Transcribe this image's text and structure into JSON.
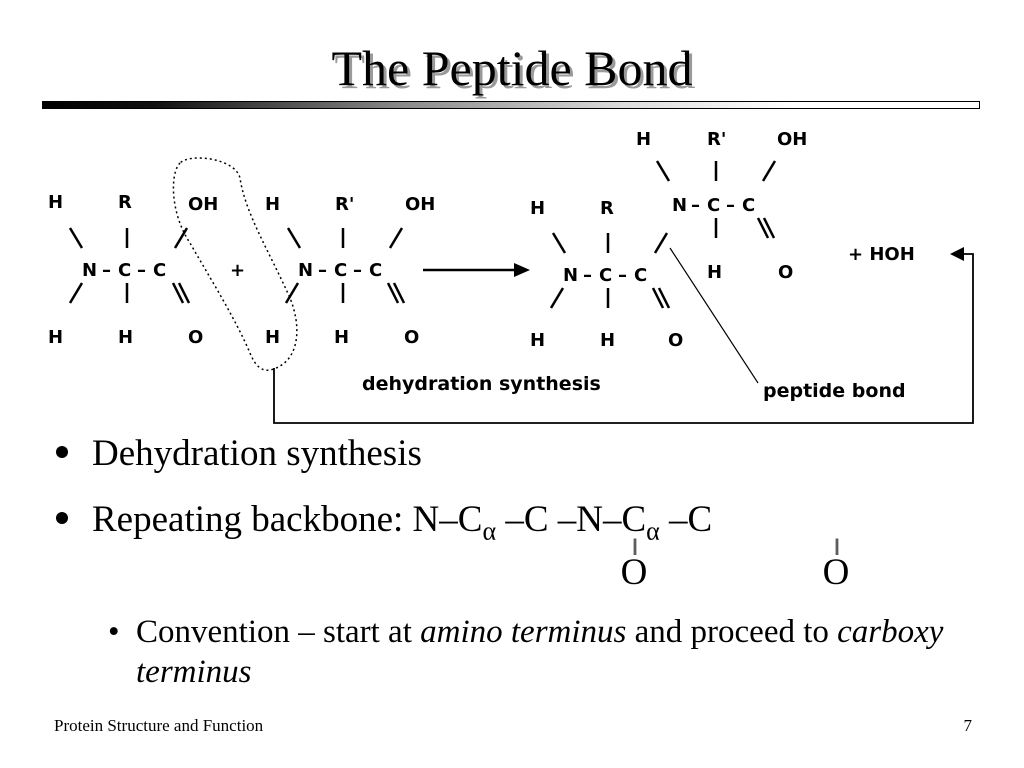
{
  "slide": {
    "title": "The Peptide Bond",
    "diagram": {
      "atoms": {
        "H": "H",
        "R": "R",
        "R_prime": "R'",
        "OH": "OH",
        "N": "N",
        "C": "C",
        "O": "O",
        "plus": "+"
      },
      "plus_hoh": "+  HOH",
      "dehydration_label": "dehydration synthesis",
      "peptide_bond_label": "peptide bond"
    },
    "bullets": [
      {
        "text": "Dehydration synthesis"
      },
      {
        "prefix": "Repeating backbone: N–C",
        "alpha": "α",
        "mid1": " –C –N–C",
        "alpha2": "α",
        "mid2": " –C",
        "carbonyl_o": "O",
        "double_bond": "||"
      }
    ],
    "sub_bullet": {
      "marker": "•",
      "t1": "Convention – start at ",
      "t2": "amino terminus",
      "t3": " and proceed to ",
      "t4": "carboxy terminus"
    },
    "footer": {
      "left": "Protein Structure and Function",
      "page": "7"
    }
  }
}
